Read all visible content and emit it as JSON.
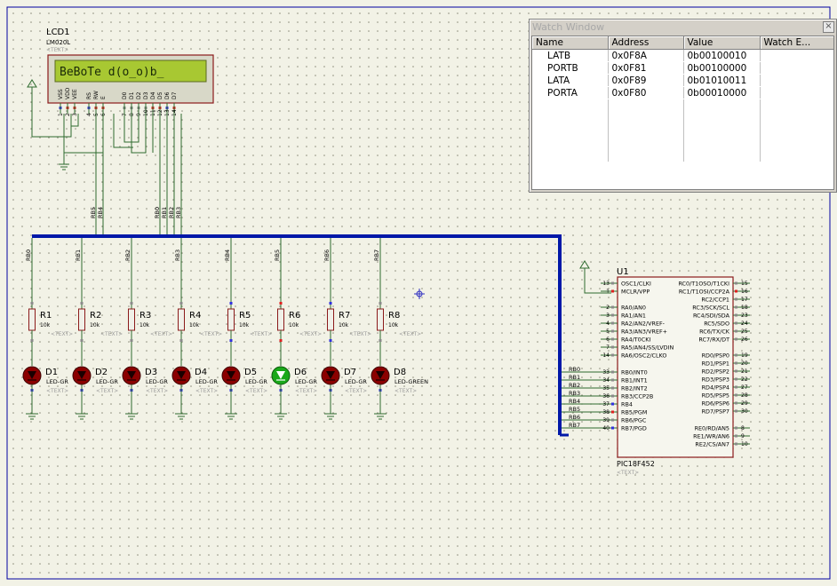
{
  "lcd": {
    "ref": "LCD1",
    "part": "LM020L",
    "text_placeholder": "<TEXT>",
    "display": "BeBoTe d(o_o)b_",
    "pin_names": [
      "VSS",
      "VDD",
      "VEE",
      "RS",
      "RW",
      "E",
      "D0",
      "D1",
      "D2",
      "D3",
      "D4",
      "D5",
      "D6",
      "D7"
    ],
    "pin_numbers": [
      "1",
      "2",
      "3",
      "4",
      "5",
      "6",
      "7",
      "8",
      "9",
      "10",
      "11",
      "12",
      "13",
      "14"
    ]
  },
  "nets": {
    "lcd_bus": [
      "RB5",
      "RB4",
      "RB0",
      "RB1",
      "RB2",
      "RB3"
    ],
    "led_bus": [
      "RB0",
      "RB1",
      "RB2",
      "RB3",
      "RB4",
      "RB5",
      "RB6",
      "RB7"
    ],
    "mcu_bus": [
      "RB0",
      "RB1",
      "RB2",
      "RB3",
      "RB4",
      "RB5",
      "RB6",
      "RB7"
    ]
  },
  "resistors": [
    {
      "ref": "R1",
      "value": "10k",
      "text": "<TEXT>"
    },
    {
      "ref": "R2",
      "value": "10k",
      "text": "<TEXT>"
    },
    {
      "ref": "R3",
      "value": "10k",
      "text": "<TEXT>"
    },
    {
      "ref": "R4",
      "value": "10k",
      "text": "<TEXT>"
    },
    {
      "ref": "R5",
      "value": "10k",
      "text": "<TEXT>"
    },
    {
      "ref": "R6",
      "value": "10k",
      "text": "<TEXT>"
    },
    {
      "ref": "R7",
      "value": "10k",
      "text": "<TEXT>"
    },
    {
      "ref": "R8",
      "value": "10k",
      "text": "<TEXT>"
    }
  ],
  "leds": [
    {
      "ref": "D1",
      "part": "LED-GR",
      "text": "<TEXT>",
      "lit": false
    },
    {
      "ref": "D2",
      "part": "LED-GR",
      "text": "<TEXT>",
      "lit": false
    },
    {
      "ref": "D3",
      "part": "LED-GR",
      "text": "<TEXT>",
      "lit": false
    },
    {
      "ref": "D4",
      "part": "LED-GR",
      "text": "<TEXT>",
      "lit": false
    },
    {
      "ref": "D5",
      "part": "LED-GR",
      "text": "<TEXT>",
      "lit": false
    },
    {
      "ref": "D6",
      "part": "LED-GR",
      "text": "<TEXT>",
      "lit": true
    },
    {
      "ref": "D7",
      "part": "LED-GR",
      "text": "<TEXT>",
      "lit": false
    },
    {
      "ref": "D8",
      "part": "LED-GREEN",
      "text": "<TEXT>",
      "lit": false
    }
  ],
  "mcu": {
    "ref": "U1",
    "part": "PIC18F452",
    "text_placeholder": "<TEXT>",
    "left_pins": [
      {
        "num": "13",
        "name": "OSC1/CLKI"
      },
      {
        "num": "1",
        "name": "MCLR/VPP"
      },
      {
        "num": "2",
        "name": "RA0/AN0"
      },
      {
        "num": "3",
        "name": "RA1/AN1"
      },
      {
        "num": "4",
        "name": "RA2/AN2/VREF-"
      },
      {
        "num": "5",
        "name": "RA3/AN3/VREF+"
      },
      {
        "num": "6",
        "name": "RA4/T0CKI"
      },
      {
        "num": "7",
        "name": "RA5/AN4/SS/LVDIN"
      },
      {
        "num": "14",
        "name": "RA6/OSC2/CLKO"
      },
      {
        "num": "33",
        "name": "RB0/INT0"
      },
      {
        "num": "34",
        "name": "RB1/INT1"
      },
      {
        "num": "35",
        "name": "RB2/INT2"
      },
      {
        "num": "36",
        "name": "RB3/CCP2B"
      },
      {
        "num": "37",
        "name": "RB4"
      },
      {
        "num": "38",
        "name": "RB5/PGM"
      },
      {
        "num": "39",
        "name": "RB6/PGC"
      },
      {
        "num": "40",
        "name": "RB7/PGD"
      }
    ],
    "right_pins": [
      {
        "num": "15",
        "name": "RC0/T1OSO/T1CKI"
      },
      {
        "num": "16",
        "name": "RC1/T1OSI/CCP2A"
      },
      {
        "num": "17",
        "name": "RC2/CCP1"
      },
      {
        "num": "18",
        "name": "RC3/SCK/SCL"
      },
      {
        "num": "23",
        "name": "RC4/SDI/SDA"
      },
      {
        "num": "24",
        "name": "RC5/SDO"
      },
      {
        "num": "25",
        "name": "RC6/TX/CK"
      },
      {
        "num": "26",
        "name": "RC7/RX/DT"
      },
      {
        "num": "19",
        "name": "RD0/PSP0"
      },
      {
        "num": "20",
        "name": "RD1/PSP1"
      },
      {
        "num": "21",
        "name": "RD2/PSP2"
      },
      {
        "num": "22",
        "name": "RD3/PSP3"
      },
      {
        "num": "27",
        "name": "RD4/PSP4"
      },
      {
        "num": "28",
        "name": "RD5/PSP5"
      },
      {
        "num": "29",
        "name": "RD6/PSP6"
      },
      {
        "num": "30",
        "name": "RD7/PSP7"
      },
      {
        "num": "8",
        "name": "RE0/RD/AN5"
      },
      {
        "num": "9",
        "name": "RE1/WR/AN6"
      },
      {
        "num": "10",
        "name": "RE2/CS/AN7"
      }
    ]
  },
  "watch_window": {
    "title": "Watch Window",
    "close": "×",
    "columns": [
      "Name",
      "Address",
      "Value",
      "Watch E..."
    ],
    "rows": [
      {
        "name": "LATB",
        "address": "0x0F8A",
        "value": "0b00100010",
        "expr": ""
      },
      {
        "name": "PORTB",
        "address": "0x0F81",
        "value": "0b00100000",
        "expr": ""
      },
      {
        "name": "LATA",
        "address": "0x0F89",
        "value": "0b01010011",
        "expr": ""
      },
      {
        "name": "PORTA",
        "address": "0x0F80",
        "value": "0b00010000",
        "expr": ""
      }
    ]
  },
  "colors": {
    "background": "#f2f2e6",
    "wire": "#2f6b2f",
    "bus": "#0018a8",
    "component": "#8b1a1a",
    "component_fill": "#f0f0e8",
    "lcd_screen": "#a8c832",
    "led_off": "#8b0000",
    "led_on": "#1aa81a",
    "pin_blue": "#3030e0",
    "pin_red": "#e02020",
    "pin_gray": "#8a8a8a"
  }
}
